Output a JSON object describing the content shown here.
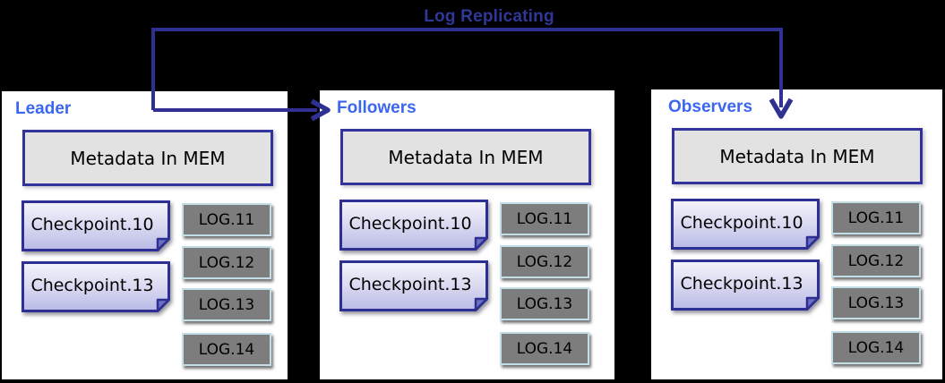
{
  "arrow": {
    "label": "Log Replicating"
  },
  "colors": {
    "background": "#000000",
    "panel_fill": "#ffffff",
    "panel_label": "#3b66f0",
    "arrow_line": "#2e3192",
    "arrow_label": "#2f3798",
    "metadata_fill": "#e2e2e2",
    "metadata_border": "#32349b",
    "checkpoint_fill_top": "#f4f4fb",
    "checkpoint_fill_bottom": "#b9bae6",
    "checkpoint_border": "#2d2f92",
    "log_fill": "#7d7d7d",
    "log_border": "#c3dee6",
    "text": "#000000"
  },
  "panels": [
    {
      "label": "Leader",
      "metadata_label": "Metadata In MEM",
      "checkpoints": [
        "Checkpoint.10",
        "Checkpoint.13"
      ],
      "logs": [
        "LOG.11",
        "LOG.12",
        "LOG.13",
        "LOG.14"
      ]
    },
    {
      "label": "Followers",
      "metadata_label": "Metadata In MEM",
      "checkpoints": [
        "Checkpoint.10",
        "Checkpoint.13"
      ],
      "logs": [
        "LOG.11",
        "LOG.12",
        "LOG.13",
        "LOG.14"
      ]
    },
    {
      "label": "Observers",
      "metadata_label": "Metadata In MEM",
      "checkpoints": [
        "Checkpoint.10",
        "Checkpoint.13"
      ],
      "logs": [
        "LOG.11",
        "LOG.12",
        "LOG.13",
        "LOG.14"
      ]
    }
  ]
}
